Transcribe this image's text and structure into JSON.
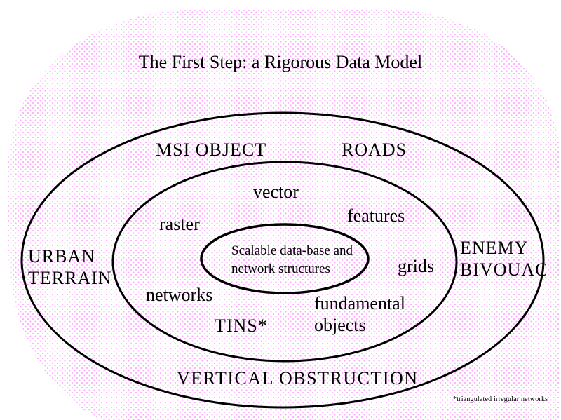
{
  "title": "The First Step: a Rigorous Data Model",
  "labels": {
    "msi_object": "MSI OBJECT",
    "roads": "ROADS",
    "vector": "vector",
    "features": "features",
    "raster": "raster",
    "urban_terrain": "URBAN\nTERRAIN",
    "enemy_bivouac": "ENEMY\nBIVOUAC",
    "grids": "grids",
    "networks": "networks",
    "tins": "TINS*",
    "fundamental_objects": "fundamental\nobjects",
    "vertical_obstruction": "VERTICAL OBSTRUCTION",
    "core": "Scalable data-base and\nnetwork structures"
  },
  "footnote": "*triangulated irregular networks",
  "colors": {
    "ink": "#000000",
    "page": "#ffffff",
    "dot": "#ffaaff"
  }
}
